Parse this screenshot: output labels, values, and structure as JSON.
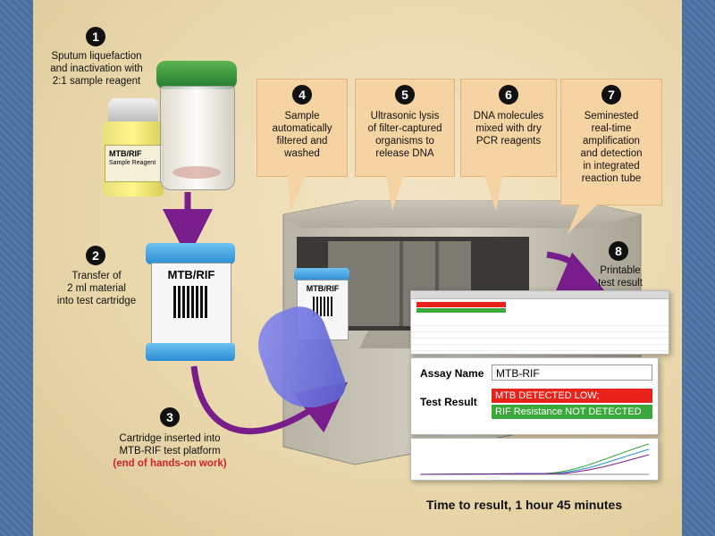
{
  "steps": [
    {
      "num": "1",
      "lines": [
        "Sputum liquefaction",
        "and inactivation with",
        "2:1 sample reagent"
      ]
    },
    {
      "num": "2",
      "lines": [
        "Transfer of",
        "2 ml material",
        "into test cartridge"
      ]
    },
    {
      "num": "3",
      "lines": [
        "Cartridge inserted into",
        "MTB-RIF test platform"
      ],
      "emphasis": "(end of hands-on work)"
    },
    {
      "num": "4",
      "lines": [
        "Sample",
        "automatically",
        "filtered and",
        "washed"
      ]
    },
    {
      "num": "5",
      "lines": [
        "Ultrasonic lysis",
        "of filter-captured",
        "organisms to",
        "release DNA"
      ]
    },
    {
      "num": "6",
      "lines": [
        "DNA molecules",
        "mixed with dry",
        "PCR reagents"
      ]
    },
    {
      "num": "7",
      "lines": [
        "Seminested",
        "real-time",
        "amplification",
        "and detection",
        "in integrated",
        "reaction tube"
      ]
    },
    {
      "num": "8",
      "lines": [
        "Printable",
        "test result"
      ]
    }
  ],
  "reagent_label": {
    "title": "MTB/RIF",
    "subtitle": "Sample Reagent"
  },
  "cartridge_label": "MTB/RIF",
  "small_cartridge_label": "MTB/RIF",
  "result": {
    "assay_name_label": "Assay Name",
    "assay_name_value": "MTB-RIF",
    "test_result_label": "Test Result",
    "detected_text": "MTB DETECTED LOW;",
    "resistance_text": "RIF Resistance NOT DETECTED"
  },
  "footer": "Time to result, 1 hour 45 minutes",
  "colors": {
    "arrow": "#7a1d8c",
    "callout": "#f6d3a2",
    "detected": "#e8231c",
    "not_detected": "#3aa83a",
    "emphasis": "#d1222b"
  }
}
